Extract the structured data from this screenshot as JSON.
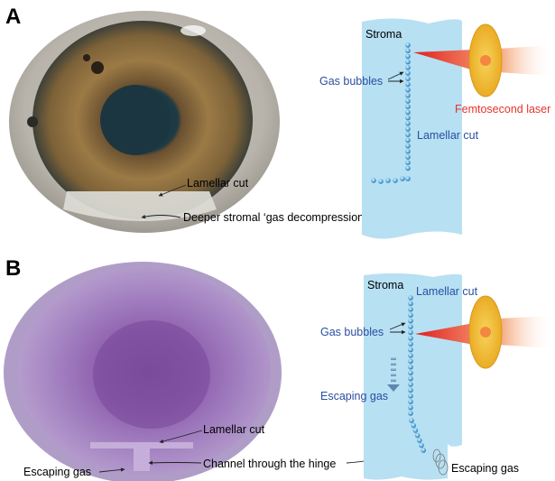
{
  "panels": {
    "a": {
      "letter": "A",
      "photo_labels": {
        "lamellar_cut": "Lamellar cut",
        "pocket": "Deeper stromal ‘gas decompression’ pocket"
      },
      "schematic_labels": {
        "stroma": "Stroma",
        "gas_bubbles": "Gas bubbles",
        "lamellar_cut": "Lamellar cut",
        "laser": "Femtosecond laser"
      }
    },
    "b": {
      "letter": "B",
      "photo_labels": {
        "lamellar_cut": "Lamellar cut",
        "channel": "Channel through the hinge",
        "escaping_gas": "Escaping gas"
      },
      "schematic_labels": {
        "stroma": "Stroma",
        "lamellar_cut": "Lamellar cut",
        "gas_bubbles": "Gas bubbles",
        "escaping_gas_middle": "Escaping gas",
        "escaping_gas_bottom": "Escaping gas"
      }
    }
  },
  "colors": {
    "stroma": "#b7e0f3",
    "bubble": "#5aa9d6",
    "label_blue": "#2a4fa0",
    "laser_red": "#e8332a",
    "lens": "#f2c230",
    "iris_brown": "#8a6a3a",
    "pupil": "#1e3a44",
    "stain_purple": "#8a5aa8"
  }
}
